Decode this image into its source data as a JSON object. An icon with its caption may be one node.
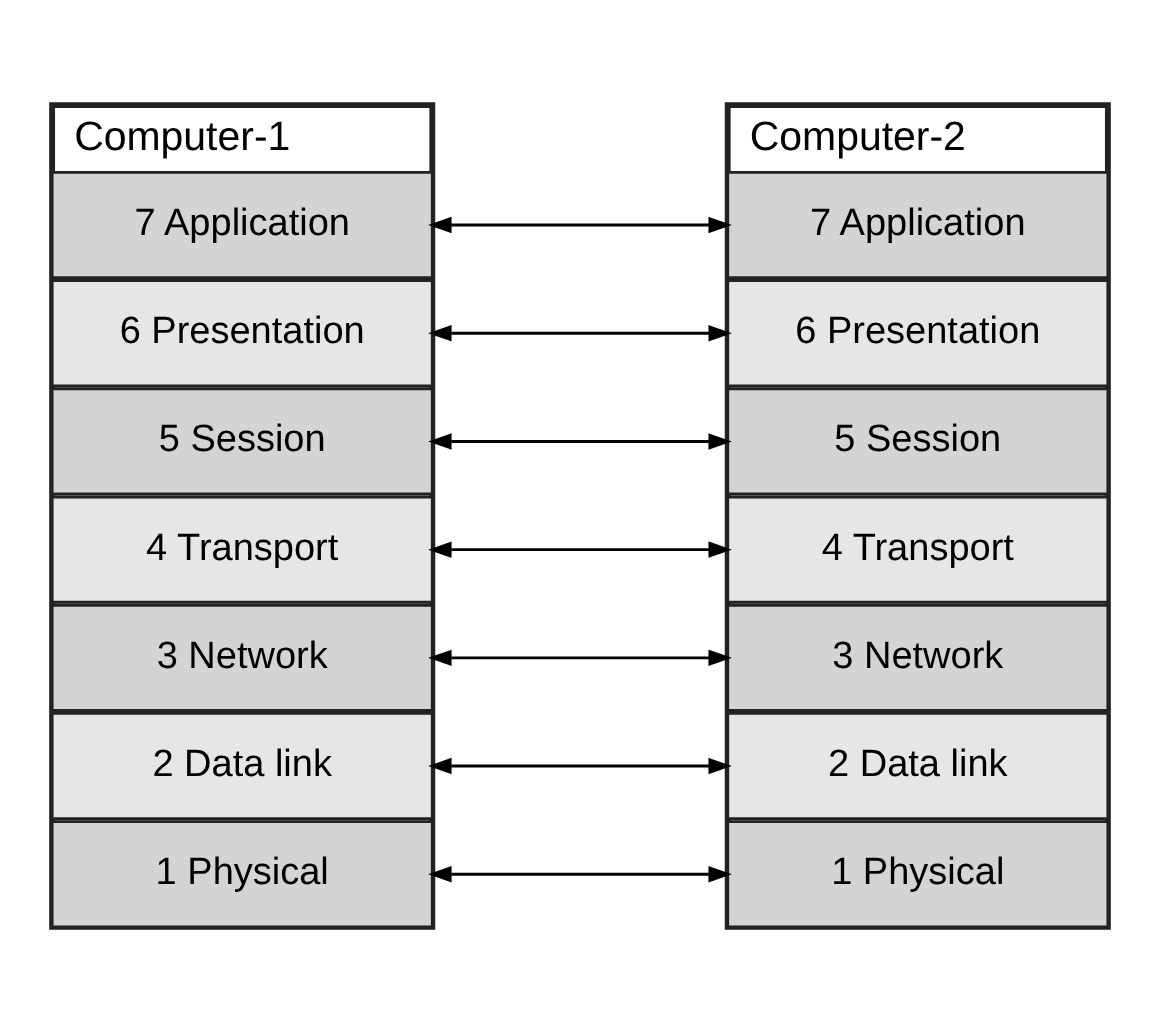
{
  "diagram": {
    "nodes": [
      {
        "text": [
          "Computer-1"
        ]
      },
      {
        "text": [
          "7 Application"
        ],
        "in": 0
      },
      {
        "text": [
          "6 Presentation"
        ],
        "in": 0
      },
      {
        "text": [
          "5 Session"
        ],
        "in": 0
      },
      {
        "text": [
          "4 Transport"
        ],
        "in": 0
      },
      {
        "text": [
          "3 Network"
        ],
        "in": 0
      },
      {
        "text": [
          "2 Data link"
        ],
        "in": 0
      },
      {
        "text": [
          "1 Physical"
        ],
        "in": 0
      },
      {
        "text": [
          "Computer-2"
        ]
      },
      {
        "text": [
          "7 Application"
        ],
        "in": 8
      },
      {
        "text": [
          "6 Presentation"
        ],
        "in": 8
      },
      {
        "text": [
          "5 Session"
        ],
        "in": 8
      },
      {
        "text": [
          "4 Transport"
        ],
        "in": 8
      },
      {
        "text": [
          "3 Network"
        ],
        "in": 8
      },
      {
        "text": [
          "2 Data link"
        ],
        "in": 8
      },
      {
        "text": [
          "1 Physical"
        ],
        "in": 8
      }
    ],
    "edges": [
      {
        "from": 1,
        "to": 9,
        "arrow": "both"
      },
      {
        "from": 2,
        "to": 10,
        "arrow": "both"
      },
      {
        "from": 3,
        "to": 11,
        "arrow": "both"
      },
      {
        "from": 4,
        "to": 12,
        "arrow": "both"
      },
      {
        "from": 5,
        "to": 13,
        "arrow": "both"
      },
      {
        "from": 6,
        "to": 14,
        "arrow": "both"
      },
      {
        "from": 7,
        "to": 15,
        "arrow": "both"
      }
    ]
  }
}
